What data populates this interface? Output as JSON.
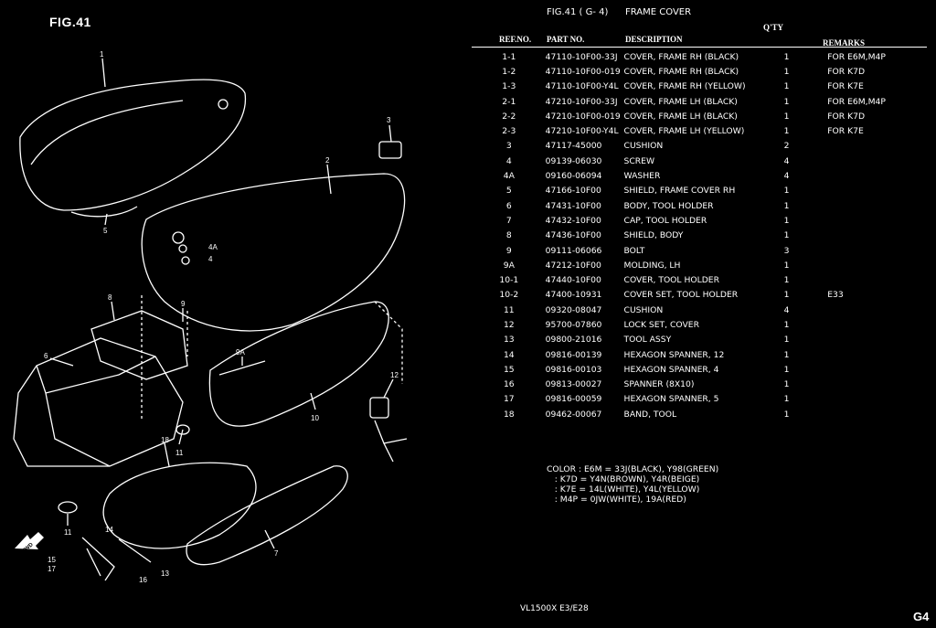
{
  "figure_label": "FIG.41",
  "header": {
    "fig_ref": "FIG.41 ( G- 4)",
    "name": "FRAME COVER"
  },
  "columns": {
    "ref_no": "REF.NO.",
    "part_no": "PART NO.",
    "description": "DESCRIPTION",
    "qty": "Q'TY",
    "remarks": "REMARKS"
  },
  "rows": [
    {
      "ref": "1-1",
      "part": "47110-10F00-33J",
      "desc": "COVER, FRAME RH (BLACK)",
      "qty": "1",
      "rem": "FOR E6M,M4P"
    },
    {
      "ref": "1-2",
      "part": "47110-10F00-019",
      "desc": "COVER, FRAME RH (BLACK)",
      "qty": "1",
      "rem": "FOR K7D"
    },
    {
      "ref": "1-3",
      "part": "47110-10F00-Y4L",
      "desc": "COVER, FRAME RH (YELLOW)",
      "qty": "1",
      "rem": "FOR K7E"
    },
    {
      "ref": "2-1",
      "part": "47210-10F00-33J",
      "desc": "COVER, FRAME LH (BLACK)",
      "qty": "1",
      "rem": "FOR E6M,M4P"
    },
    {
      "ref": "2-2",
      "part": "47210-10F00-019",
      "desc": "COVER, FRAME LH (BLACK)",
      "qty": "1",
      "rem": "FOR K7D"
    },
    {
      "ref": "2-3",
      "part": "47210-10F00-Y4L",
      "desc": "COVER, FRAME LH (YELLOW)",
      "qty": "1",
      "rem": "FOR K7E"
    },
    {
      "ref": "3",
      "part": "47117-45000",
      "desc": "CUSHION",
      "qty": "2",
      "rem": ""
    },
    {
      "ref": "4",
      "part": "09139-06030",
      "desc": "SCREW",
      "qty": "4",
      "rem": ""
    },
    {
      "ref": "4A",
      "part": "09160-06094",
      "desc": "WASHER",
      "qty": "4",
      "rem": ""
    },
    {
      "ref": "5",
      "part": "47166-10F00",
      "desc": "SHIELD, FRAME COVER RH",
      "qty": "1",
      "rem": ""
    },
    {
      "ref": "6",
      "part": "47431-10F00",
      "desc": "BODY, TOOL HOLDER",
      "qty": "1",
      "rem": ""
    },
    {
      "ref": "7",
      "part": "47432-10F00",
      "desc": "CAP, TOOL HOLDER",
      "qty": "1",
      "rem": ""
    },
    {
      "ref": "8",
      "part": "47436-10F00",
      "desc": "SHIELD, BODY",
      "qty": "1",
      "rem": ""
    },
    {
      "ref": "9",
      "part": "09111-06066",
      "desc": "BOLT",
      "qty": "3",
      "rem": ""
    },
    {
      "ref": "9A",
      "part": "47212-10F00",
      "desc": "MOLDING, LH",
      "qty": "1",
      "rem": ""
    },
    {
      "ref": "10-1",
      "part": "47440-10F00",
      "desc": "COVER, TOOL HOLDER",
      "qty": "1",
      "rem": ""
    },
    {
      "ref": "10-2",
      "part": "47400-10931",
      "desc": "COVER SET, TOOL HOLDER",
      "qty": "1",
      "rem": "E33"
    },
    {
      "ref": "11",
      "part": "09320-08047",
      "desc": "CUSHION",
      "qty": "4",
      "rem": ""
    },
    {
      "ref": "12",
      "part": "95700-07860",
      "desc": "LOCK SET, COVER",
      "qty": "1",
      "rem": ""
    },
    {
      "ref": "13",
      "part": "09800-21016",
      "desc": "TOOL ASSY",
      "qty": "1",
      "rem": ""
    },
    {
      "ref": "14",
      "part": "09816-00139",
      "desc": "HEXAGON SPANNER, 12",
      "qty": "1",
      "rem": ""
    },
    {
      "ref": "15",
      "part": "09816-00103",
      "desc": "HEXAGON SPANNER, 4",
      "qty": "1",
      "rem": ""
    },
    {
      "ref": "16",
      "part": "09813-00027",
      "desc": "SPANNER (8X10)",
      "qty": "1",
      "rem": ""
    },
    {
      "ref": "17",
      "part": "09816-00059",
      "desc": "HEXAGON SPANNER, 5",
      "qty": "1",
      "rem": ""
    },
    {
      "ref": "18",
      "part": "09462-00067",
      "desc": "BAND, TOOL",
      "qty": "1",
      "rem": ""
    }
  ],
  "color_notes": [
    "COLOR : E6M = 33J(BLACK), Y98(GREEN)",
    "   : K7D = Y4N(BROWN), Y4R(BEIGE)",
    "   : K7E = 14L(WHITE), Y4L(YELLOW)",
    "   : M4P = 0JW(WHITE), 19A(RED)"
  ],
  "diagram_callouts": [
    "1",
    "2",
    "3",
    "4A",
    "4",
    "5",
    "6",
    "7",
    "8",
    "9",
    "9A",
    "10",
    "11",
    "11",
    "12",
    "13",
    "14",
    "15",
    "16",
    "17",
    "18",
    "FWD"
  ],
  "footer": "VL1500X  E3/E28",
  "page_code": "G4"
}
